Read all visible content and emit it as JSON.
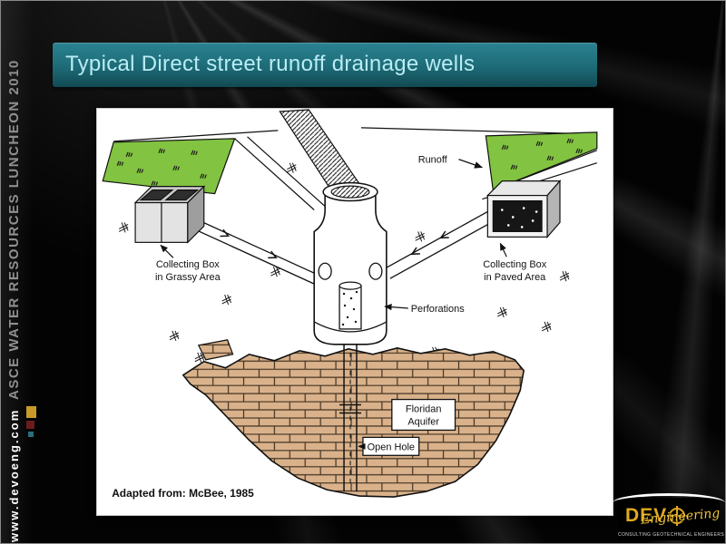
{
  "sidebar": {
    "event": "ASCE WATER RESOURCES LUNCHEON 2010",
    "website": "www.devoeng.com"
  },
  "slide": {
    "title": "Typical Direct street runoff drainage wells"
  },
  "diagram": {
    "runoff_label": "Runoff",
    "collecting_box_grassy": {
      "line1": "Collecting Box",
      "line2": "in Grassy Area"
    },
    "collecting_box_paved": {
      "line1": "Collecting Box",
      "line2": "in Paved Area"
    },
    "perforations_label": "Perforations",
    "floridan_aquifer": {
      "line1": "Floridan",
      "line2": "Aquifer"
    },
    "open_hole_label": "Open Hole",
    "credit": "Adapted from: McBee, 1985"
  },
  "logo": {
    "brand_prefix": "DEV",
    "script": "Engineering",
    "tagline": "CONSULTING GEOTECHNICAL ENGINEERS"
  },
  "colors": {
    "title_bar": "#1d6b77",
    "title_text": "#b9ecf4",
    "grass_green": "#82c341",
    "aquifer_brick": "#d9b28c",
    "logo_gold": "#e0a91f",
    "sidebar_gray": "#8f8f8f"
  }
}
